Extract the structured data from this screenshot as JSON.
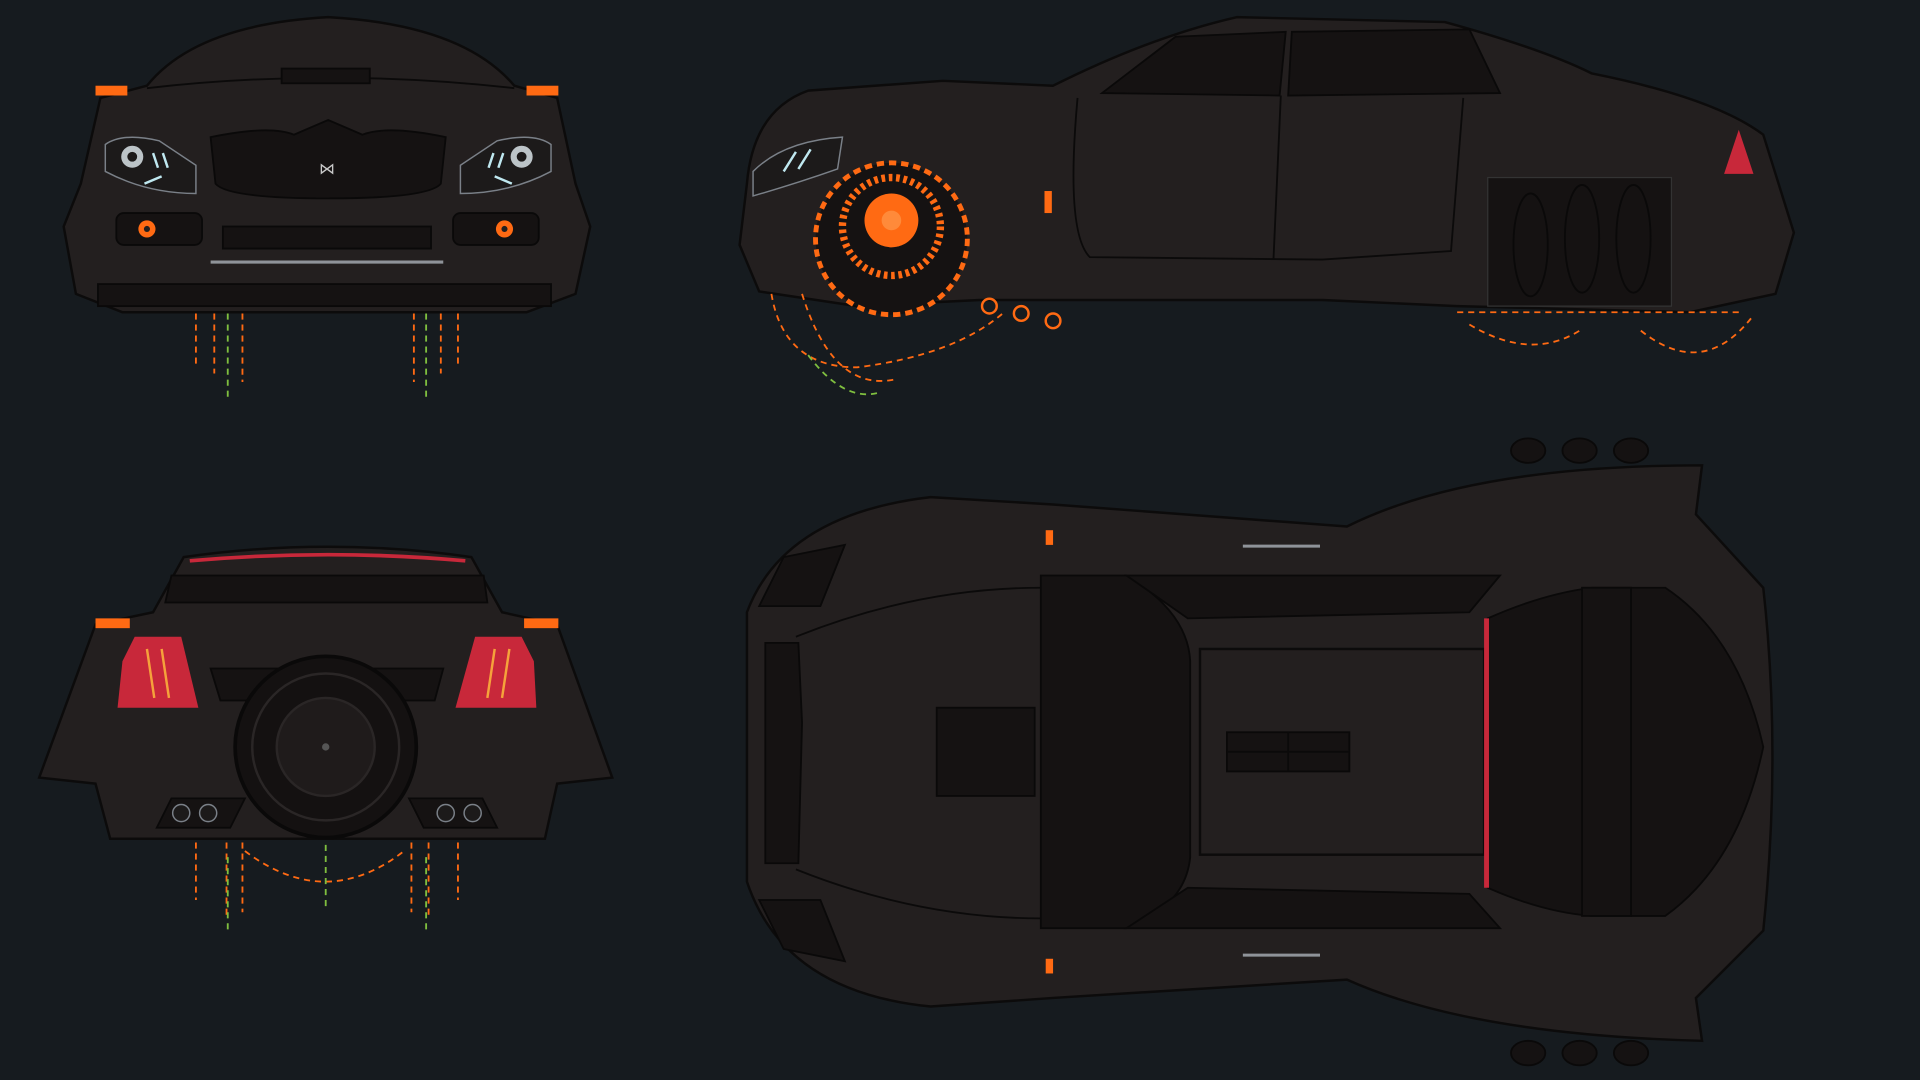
{
  "colors": {
    "background": "#161b1f",
    "body": "#231f1f",
    "accent_orange": "#ff6a13",
    "accent_red": "#c8283a",
    "headlight_trim": "#8f9399",
    "headlight_glow": "#bfe8f0"
  },
  "logo": {
    "text": "M"
  },
  "views": [
    "front",
    "side",
    "rear",
    "top"
  ]
}
